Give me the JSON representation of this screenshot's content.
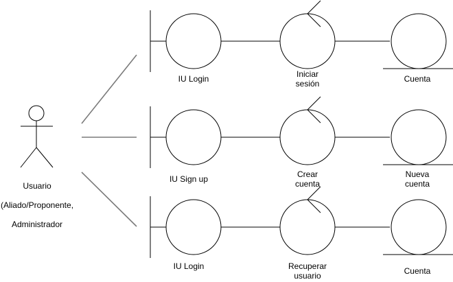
{
  "diagram": {
    "actor": {
      "name_line1": "Usuario",
      "name_line2": "(Aliado/Proponente,",
      "name_line3": "Administrador"
    },
    "rows": [
      {
        "boundary_label": "IU Login",
        "control_label": "Iniciar\nsesión",
        "entity_label": "Cuenta"
      },
      {
        "boundary_label": "IU Sign up",
        "control_label": "Crear\ncuenta",
        "entity_label": "Nueva\ncuenta"
      },
      {
        "boundary_label": "IU Login",
        "control_label": "Recuperar\nusuario",
        "entity_label": "Cuenta"
      }
    ],
    "colors": {
      "line": "#000000",
      "connector": "#7a7a7a",
      "background": "#ffffff"
    }
  }
}
